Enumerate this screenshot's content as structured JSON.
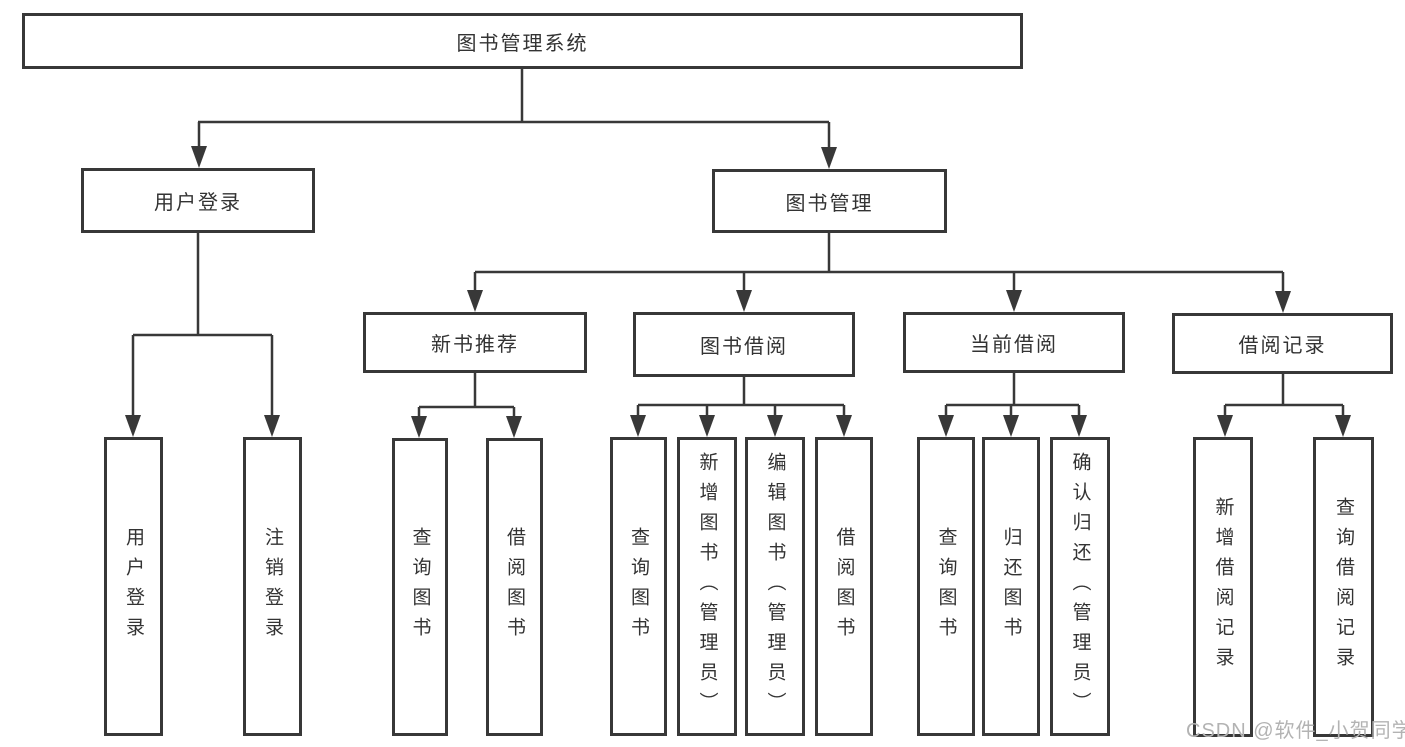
{
  "diagram": {
    "label": "图书管理系统",
    "children": [
      {
        "label": "用户登录",
        "children": [
          {
            "label": "用户登录"
          },
          {
            "label": "注销登录"
          }
        ]
      },
      {
        "label": "图书管理",
        "children": [
          {
            "label": "新书推荐",
            "children": [
              {
                "label": "查询图书"
              },
              {
                "label": "借阅图书"
              }
            ]
          },
          {
            "label": "图书借阅",
            "children": [
              {
                "label": "查询图书"
              },
              {
                "label": "新增图书（管理员）"
              },
              {
                "label": "编辑图书（管理员）"
              },
              {
                "label": "借阅图书"
              }
            ]
          },
          {
            "label": "当前借阅",
            "children": [
              {
                "label": "查询图书"
              },
              {
                "label": "归还图书"
              },
              {
                "label": "确认归还（管理员）"
              }
            ]
          },
          {
            "label": "借阅记录",
            "children": [
              {
                "label": "新增借阅记录"
              },
              {
                "label": "查询借阅记录"
              }
            ]
          }
        ]
      }
    ]
  },
  "watermark": {
    "text": "CSDN @软件_小贺同学"
  },
  "colors": {
    "line": "#383838",
    "text": "#333333",
    "watermark": "#b3b3b3",
    "background": "#ffffff"
  }
}
